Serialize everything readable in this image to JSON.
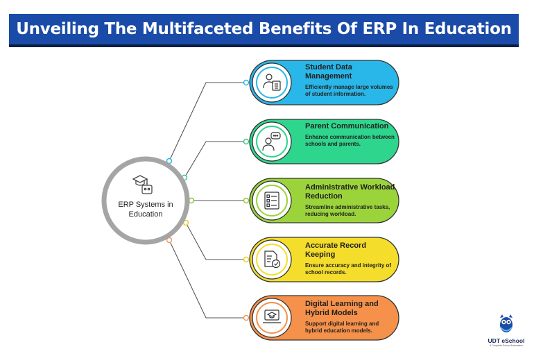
{
  "title": "Unveiling The Multifaceted Benefits Of ERP In Education",
  "hub": {
    "label_line1": "ERP Systems in",
    "label_line2": "Education",
    "icon": "graduation-cap-robot-icon"
  },
  "cards": [
    {
      "title": "Student Data Management",
      "desc": "Efficiently manage large volumes of student information.",
      "icon": "student-document-icon",
      "color": "#29b6e8",
      "dot": "#29b6e8"
    },
    {
      "title": "Parent Communication",
      "desc": "Enhance communication between schools and parents.",
      "icon": "parent-chat-icon",
      "color": "#2ed58d",
      "dot": "#3cc98a"
    },
    {
      "title": "Administrative Workload Reduction",
      "desc": "Streamline administrative tasks, reducing workload.",
      "icon": "checklist-icon",
      "color": "#9bd43a",
      "dot": "#8fc93a"
    },
    {
      "title": "Accurate Record Keeping",
      "desc": "Ensure accuracy and integrity of school records.",
      "icon": "document-check-icon",
      "color": "#f4dd2b",
      "dot": "#e8cf2a"
    },
    {
      "title": "Digital Learning and Hybrid Models",
      "desc": "Support digital learning and hybrid education models.",
      "icon": "laptop-graduation-icon",
      "color": "#f5914a",
      "dot": "#ee9a62"
    }
  ],
  "logo": {
    "name": "UDT eSchool",
    "tagline": "A Complete School Automation",
    "icon": "owl-logo-icon"
  }
}
